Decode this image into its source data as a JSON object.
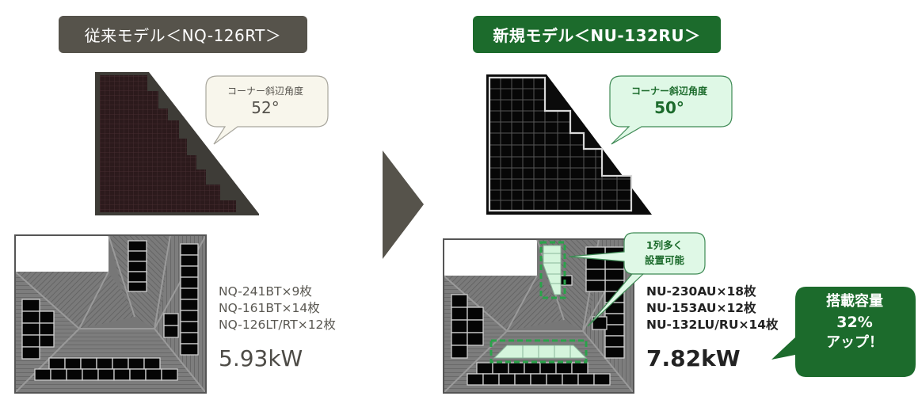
{
  "old_model": {
    "header": "従来モデル＜NQ-126RT＞",
    "corner_label": "コーナー斜辺角度",
    "corner_angle": "52°",
    "specs": [
      "NQ-241BT×9枚",
      "NQ-161BT×14枚",
      "NQ-126LT/RT×12枚"
    ],
    "capacity": "5.93kW"
  },
  "new_model": {
    "header": "新規モデル＜NU-132RU＞",
    "corner_label": "コーナー斜辺角度",
    "corner_angle": "50°",
    "extra_row_line1": "1列多く",
    "extra_row_line2": "設置可能",
    "specs": [
      "NU-230AU×18枚",
      "NU-153AU×12枚",
      "NU-132LU/RU×14枚"
    ],
    "capacity": "7.82kW"
  },
  "capacity_badge": {
    "line1": "搭載容量",
    "line2": "32%",
    "line3": "アップ！"
  },
  "colors": {
    "old_header": "#56534b",
    "new_header": "#1c6b2c",
    "bubble_green": "#dff8e6",
    "bubble_beige": "#f8f6ec",
    "highlight_green": "#d4f5dc"
  }
}
